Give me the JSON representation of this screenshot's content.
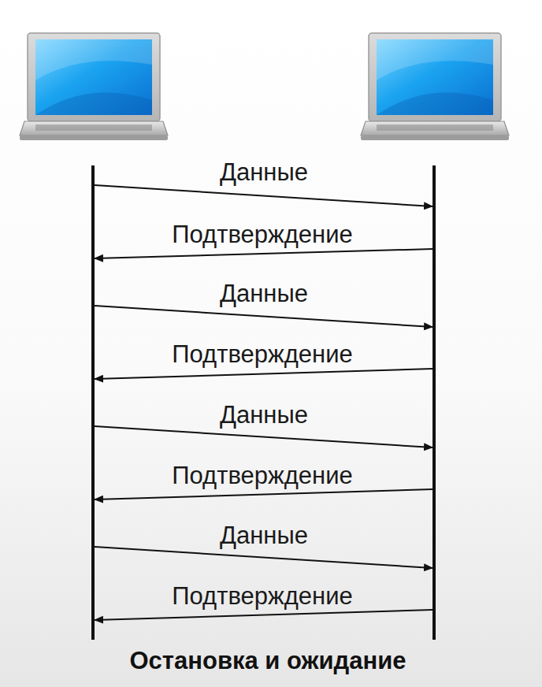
{
  "diagram": {
    "caption": "Остановка и ожидание",
    "labels": [
      "Данные",
      "Подтверждение",
      "Данные",
      "Подтверждение",
      "Данные",
      "Подтверждение",
      "Данные",
      "Подтверждение"
    ]
  }
}
